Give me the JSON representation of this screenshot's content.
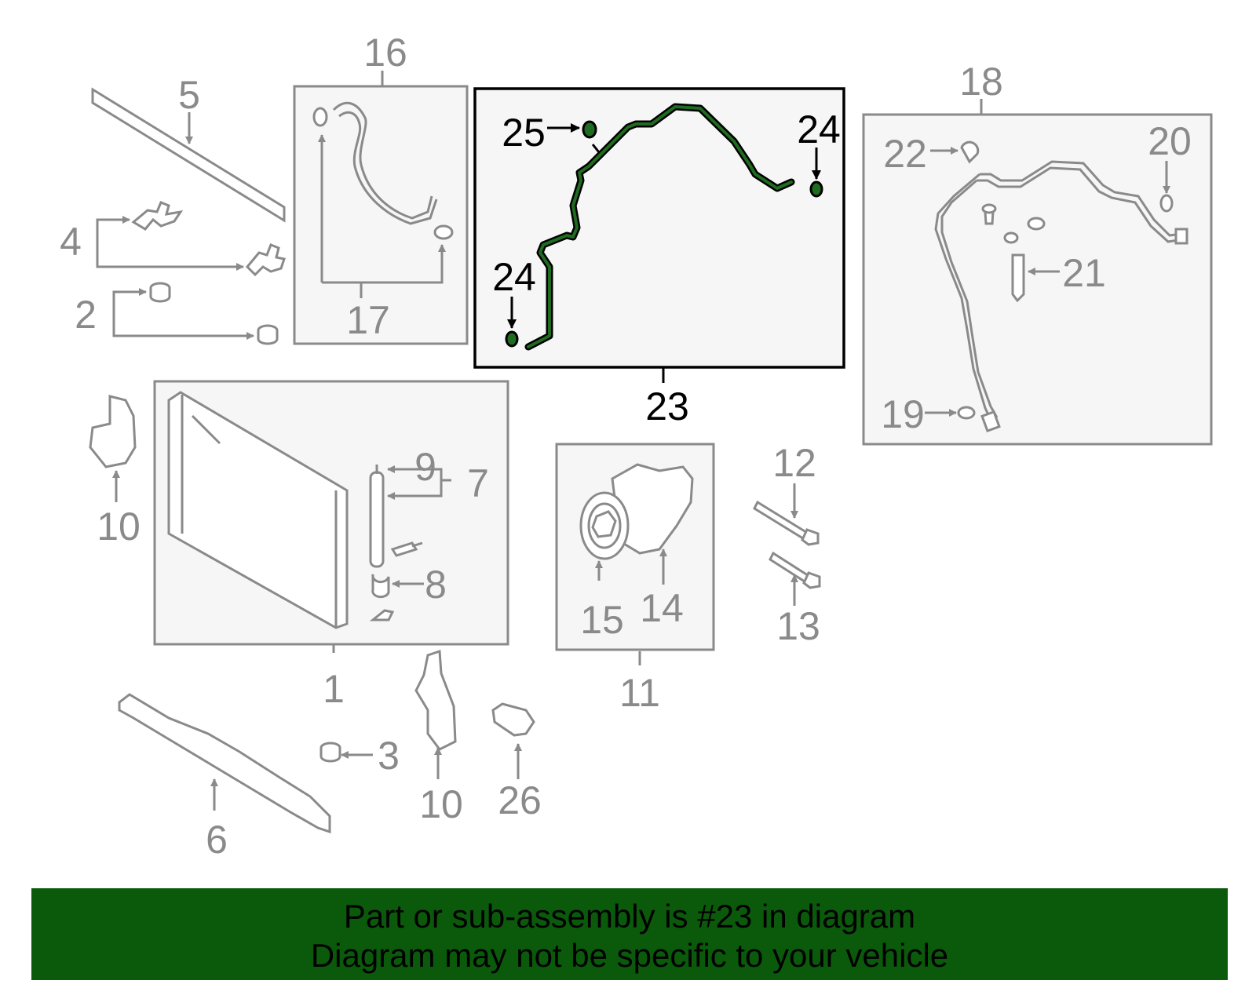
{
  "diagram": {
    "highlight_color": "#1f6b1f",
    "callouts": {
      "c1": "1",
      "c2": "2",
      "c3": "3",
      "c4": "4",
      "c5": "5",
      "c6": "6",
      "c7": "7",
      "c8": "8",
      "c9": "9",
      "c10a": "10",
      "c10b": "10",
      "c11": "11",
      "c12": "12",
      "c13": "13",
      "c14": "14",
      "c15": "15",
      "c16": "16",
      "c17": "17",
      "c18": "18",
      "c19": "19",
      "c20": "20",
      "c21": "21",
      "c22": "22",
      "c23": "23",
      "c24a": "24",
      "c24b": "24",
      "c25": "25",
      "c26": "26"
    }
  },
  "banner": {
    "background": "#0b5a0b",
    "line1": "Part or sub-assembly is #23 in diagram",
    "line2": "Diagram may not be specific to your vehicle"
  }
}
